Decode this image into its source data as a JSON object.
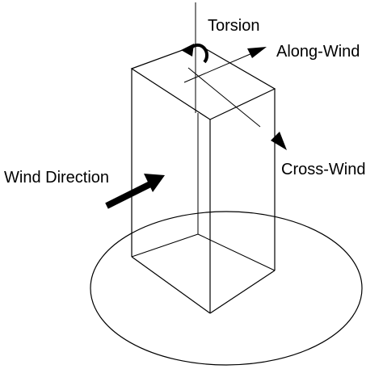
{
  "diagram": {
    "labels": {
      "torsion": "Torsion",
      "along_wind": "Along-Wind",
      "cross_wind": "Cross-Wind",
      "wind_direction": "Wind Direction"
    },
    "colors": {
      "stroke": "#000000",
      "background": "#ffffff"
    },
    "icons": {
      "torsion_marker": "curved-rotation-arrow-icon",
      "along_wind_marker": "arrowhead-icon",
      "cross_wind_marker": "arrowhead-icon",
      "wind_marker": "thick-arrow-icon"
    }
  }
}
